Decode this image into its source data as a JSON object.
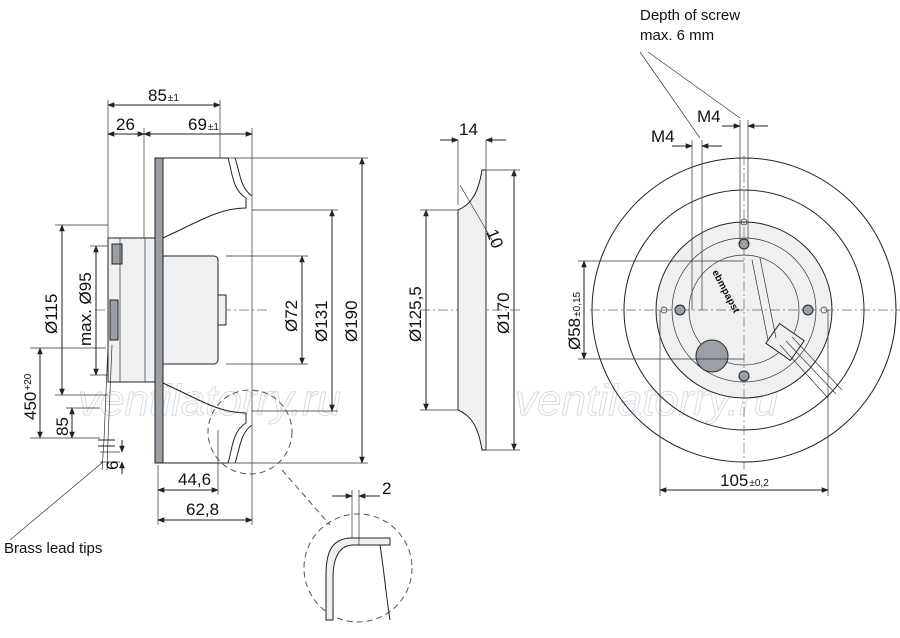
{
  "watermark": "ventilatorry.ru",
  "side_view": {
    "dim_overall": "85",
    "dim_overall_tol": "±1",
    "dim_motor": "26",
    "dim_wheel": "69",
    "dim_wheel_tol": "±1",
    "dia_115": "Ø115",
    "dia_95": "max. Ø95",
    "dia_72": "Ø72",
    "dia_131": "Ø131",
    "dia_190": "Ø190",
    "lead_length": "450",
    "lead_length_tol": "+20",
    "dim_85": "85",
    "dim_6": "6",
    "dim_44_6": "44,6",
    "dim_62_8": "62,8",
    "lead_label": "Brass lead tips"
  },
  "inlet_view": {
    "dim_14": "14",
    "angle_10": "10",
    "dia_125_5": "Ø125,5",
    "dia_170": "Ø170"
  },
  "detail_view": {
    "dim_2": "2"
  },
  "front_view": {
    "screw_note_line1": "Depth of screw",
    "screw_note_line2": "max. 6 mm",
    "thread_1": "M4",
    "thread_2": "M4",
    "dia_58": "Ø58",
    "dia_58_tol": "±0,15",
    "dim_105": "105",
    "dim_105_tol": "±0,2",
    "motor_label": "ebmpapst"
  }
}
